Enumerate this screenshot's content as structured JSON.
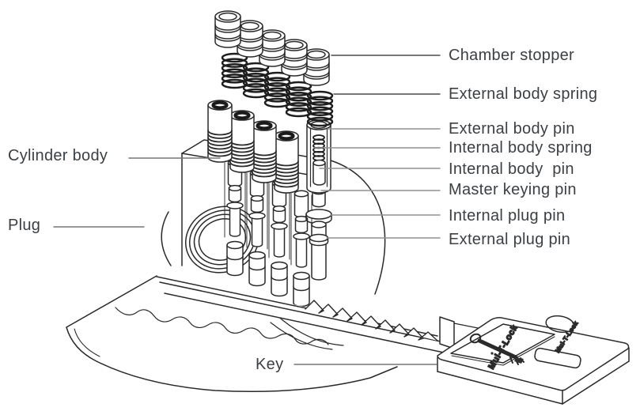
{
  "background": "#ffffff",
  "colors": {
    "line": "#2a2a2a",
    "label_text": "#3c4043",
    "leader_dark": "#4a4a4a",
    "leader_light": "#909090"
  },
  "labels": {
    "chamber_stopper": "Chamber stopper",
    "external_body_spring": "External body spring",
    "external_body_pin": "External body pin",
    "internal_body_spring": "Internal body spring",
    "internal_body_pin": "Internal body  pin",
    "master_keying_pin": "Master keying pin",
    "internal_plug_pin": "Internal plug pin",
    "external_plug_pin": "External plug pin",
    "cylinder_body": "Cylinder body",
    "plug": "Plug",
    "key": "Key"
  },
  "key_engraving": "Mul-T-Lock",
  "component_counts": {
    "chamber_stoppers": 5,
    "external_body_springs": 5,
    "pin_chambers": 5
  }
}
